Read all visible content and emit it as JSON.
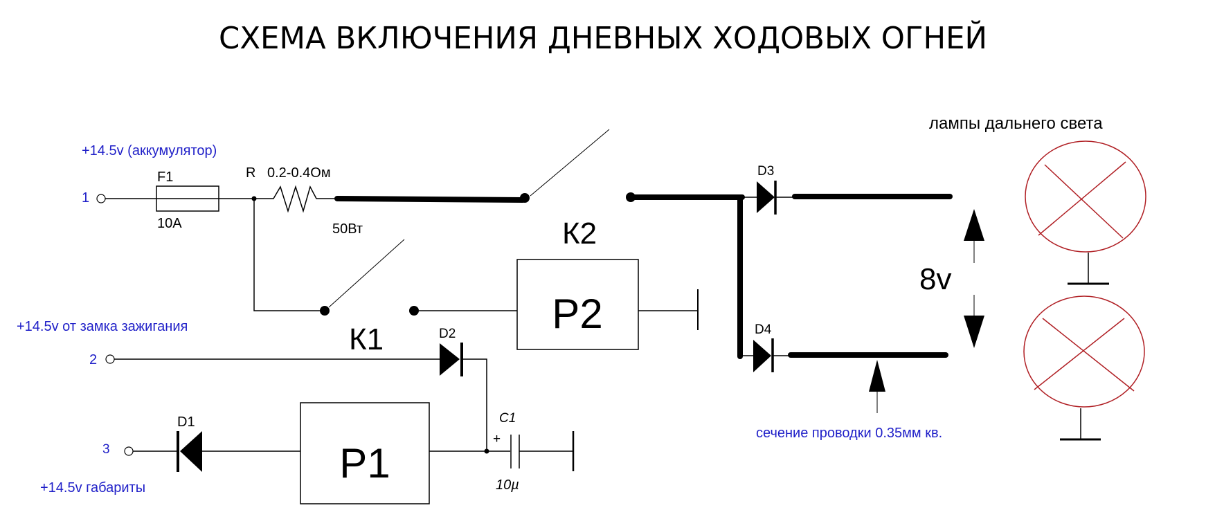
{
  "title": "СХЕМА ВКЛЮЧЕНИЯ ДНЕВНЫХ ХОДОВЫХ ОГНЕЙ",
  "inputs": [
    {
      "terminal": "1",
      "label": "+14.5v (аккумулятор)"
    },
    {
      "terminal": "2",
      "label": "+14.5v от замка зажигания"
    },
    {
      "terminal": "3",
      "label": "+14.5v габариты"
    }
  ],
  "components": {
    "fuse": {
      "name": "F1",
      "value": "10A"
    },
    "resistor": {
      "name": "R",
      "value": "0.2-0.4Ом",
      "power": "50Вт"
    },
    "relay_contact_1": {
      "name": "К1"
    },
    "relay_contact_2": {
      "name": "К2"
    },
    "relay_1": {
      "name": "P1"
    },
    "relay_2": {
      "name": "P2"
    },
    "diodes": [
      "D1",
      "D2",
      "D3",
      "D4"
    ],
    "capacitor": {
      "name": "C1",
      "value": "10µ",
      "polarity": "+"
    }
  },
  "annotations": {
    "lamps_label": "лампы дальнего света",
    "voltage": "8v",
    "wire_section": "сечение проводки 0.35мм кв."
  },
  "colors": {
    "label_blue": "#1f1fc8",
    "lamp_red": "#b01f24",
    "wire": "#000000"
  }
}
